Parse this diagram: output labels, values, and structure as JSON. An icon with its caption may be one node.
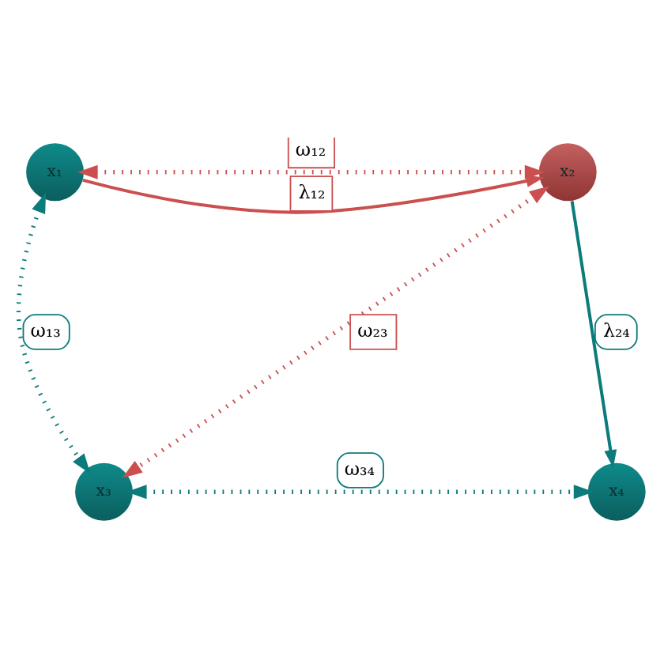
{
  "diagram": {
    "nodes": [
      {
        "text": [
          "x₁"
        ]
      },
      {
        "text": [
          "x₂"
        ]
      },
      {
        "text": [
          "x₃"
        ]
      },
      {
        "text": [
          "x₄"
        ]
      }
    ],
    "edges": [
      {
        "from": 0,
        "to": 1,
        "arrow": "to",
        "label": "λ₁₂",
        "color": "#cc4f4f"
      },
      {
        "from": 1,
        "to": 3,
        "arrow": "to",
        "label": "λ₂₄",
        "color": "#0b7b7b"
      },
      {
        "from": 0,
        "to": 1,
        "arrow": "both",
        "label": "ω₁₂",
        "style": "dashed",
        "color": "#cc4f4f"
      },
      {
        "from": 1,
        "to": 2,
        "arrow": "both",
        "label": "ω₂₃",
        "style": "dashed",
        "color": "#cc4f4f"
      },
      {
        "from": 0,
        "to": 2,
        "arrow": "both",
        "label": "ω₁₃",
        "style": "dashed",
        "color": "#0b7b7b"
      },
      {
        "from": 2,
        "to": 3,
        "arrow": "both",
        "label": "ω₃₄",
        "style": "dashed",
        "color": "#0b7b7b"
      }
    ]
  }
}
